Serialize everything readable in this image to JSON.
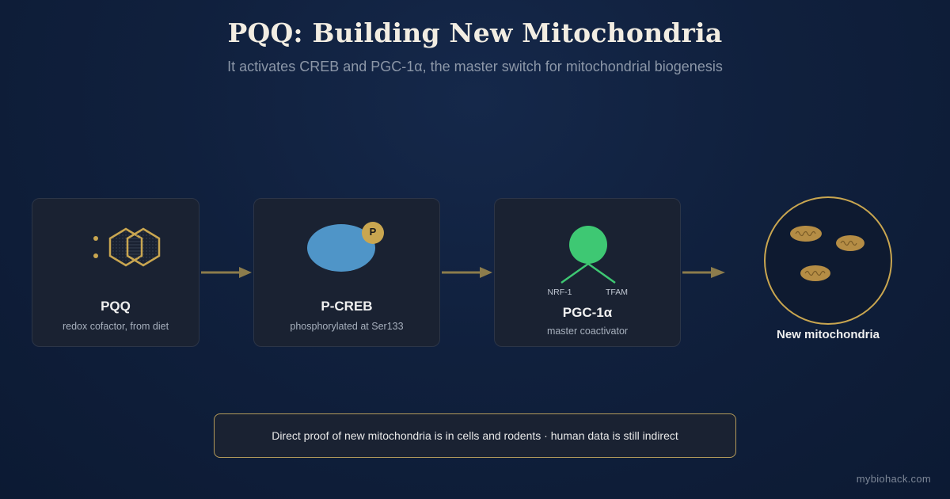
{
  "title": "PQQ: Building New Mitochondria",
  "subtitle": "It activates CREB and PGC-1α, the master switch for mitochondrial biogenesis",
  "steps": [
    {
      "name": "PQQ",
      "description": "redox cofactor, from diet",
      "icon": "hexagon-molecule-icon"
    },
    {
      "name": "P-CREB",
      "description": "phosphorylated at Ser133",
      "icon": "phosphorylated-protein-icon",
      "badge": "P"
    },
    {
      "name": "PGC-1α",
      "description": "master coactivator",
      "icon": "coactivator-node-icon",
      "targets": [
        "NRF-1",
        "TFAM"
      ]
    }
  ],
  "outcome": {
    "label": "New mitochondria",
    "icon": "mitochondria-cell-icon"
  },
  "note": "Direct proof of new mitochondria is in cells and rodents · human data is still indirect",
  "brand": "mybiohack.com",
  "colors": {
    "background": "#10203d",
    "accent_gold": "#c9a650",
    "protein_blue": "#4f95c8",
    "node_green": "#3ec873",
    "card": "#1a2232"
  }
}
